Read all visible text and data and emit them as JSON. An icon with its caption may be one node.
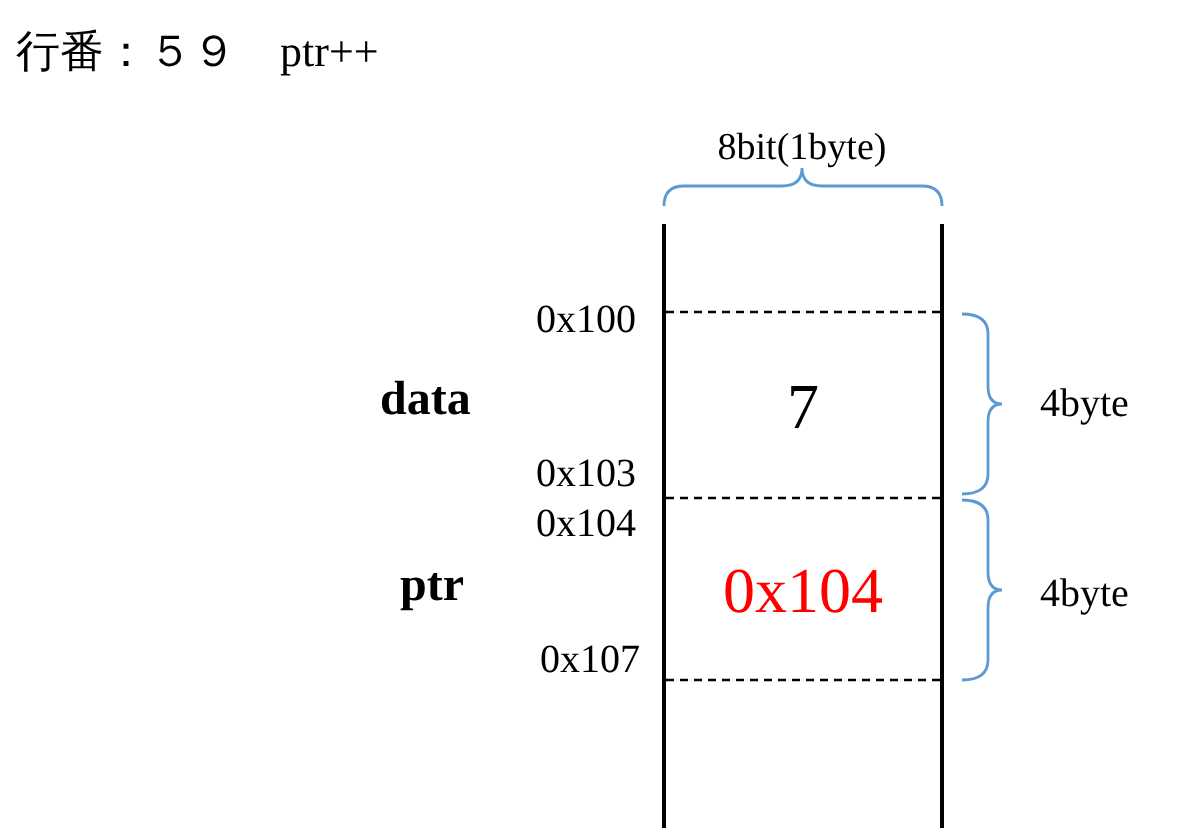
{
  "diagram": {
    "title": "行番：５９　ptr++",
    "nodes": [
      {
        "text": [
          "7"
        ]
      },
      {
        "text": [
          "0x104"
        ]
      }
    ],
    "labels": [
      "8bit(1byte)",
      "0x100",
      "data",
      "4byte",
      "0x103",
      "0x104",
      "ptr",
      "4byte",
      "0x107"
    ]
  }
}
